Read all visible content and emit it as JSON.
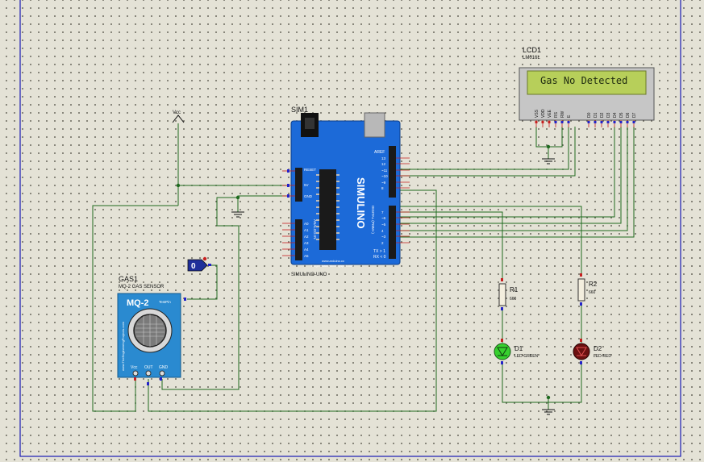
{
  "sheet": {
    "border_color": "#1a1ab4"
  },
  "power": {
    "vcc_label": "Vcc"
  },
  "arduino": {
    "ref": "SIM1",
    "part": "SIMULINO-UNO",
    "brand": "SIMULINO",
    "aref": "AREF",
    "digital_label": "DIGITAL (PWM~)",
    "analog_label": "ANALOG IN",
    "reset": "RESET",
    "v5": "5V",
    "gnd": "GND",
    "url1": "www.arduino.cc",
    "url2": "blogembarcado.blogspot.com",
    "tx": "TX > 1",
    "rx": "RX < 0",
    "digital_pins": [
      "13",
      "12",
      "~11",
      "~10",
      "~9",
      "8",
      "7",
      "~6",
      "~5",
      "4",
      "~3",
      "2"
    ],
    "analog_pins": [
      "A0",
      "A1",
      "A2",
      "A3",
      "A4",
      "A5"
    ],
    "color": "#1c6ad8"
  },
  "lcd": {
    "ref": "LCD1",
    "part": "LM016L",
    "text": "Gas No Detected",
    "pins": [
      "VSS",
      "VDD",
      "VEE",
      "RS",
      "RW",
      "E",
      "D0",
      "D1",
      "D2",
      "D3",
      "D4",
      "D5",
      "D6",
      "D7"
    ],
    "screen_color": "#b7cf5a"
  },
  "gas": {
    "ref": "GAS1",
    "part": "MQ-2 GAS SENSOR",
    "title": "MQ-2",
    "side_text": "www.TheEngineeringProjects.com",
    "test_pin": "TestPin",
    "pins": [
      "Vcc",
      "OUT",
      "GND"
    ],
    "color": "#2a8ad0"
  },
  "logic_state": {
    "value": "0"
  },
  "r1": {
    "ref": "R1",
    "value": "660"
  },
  "r2": {
    "ref": "R2",
    "value": "660"
  },
  "d1": {
    "ref": "D1",
    "part": "LED-GREEN",
    "color": "#37d02e"
  },
  "d2": {
    "ref": "D2",
    "part": "LED-RED",
    "color": "#6b1010"
  }
}
